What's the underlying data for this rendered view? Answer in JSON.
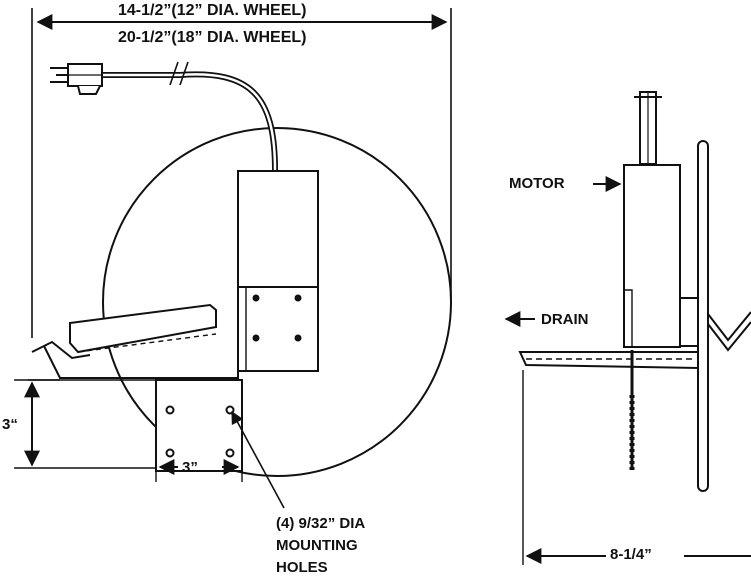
{
  "labels": {
    "width_12": "14-1/2”(12” DIA. WHEEL)",
    "width_18": "20-1/2”(18” DIA. WHEEL)",
    "height_base": "3“",
    "width_base": "3”",
    "holes_line1": "(4) 9/32” DIA",
    "holes_line2": "MOUNTING",
    "holes_line3": "HOLES",
    "motor": "MOTOR",
    "drain": "DRAIN",
    "side_depth": "8-1/4”"
  },
  "colors": {
    "ink": "#111111",
    "shade": "#555555"
  }
}
